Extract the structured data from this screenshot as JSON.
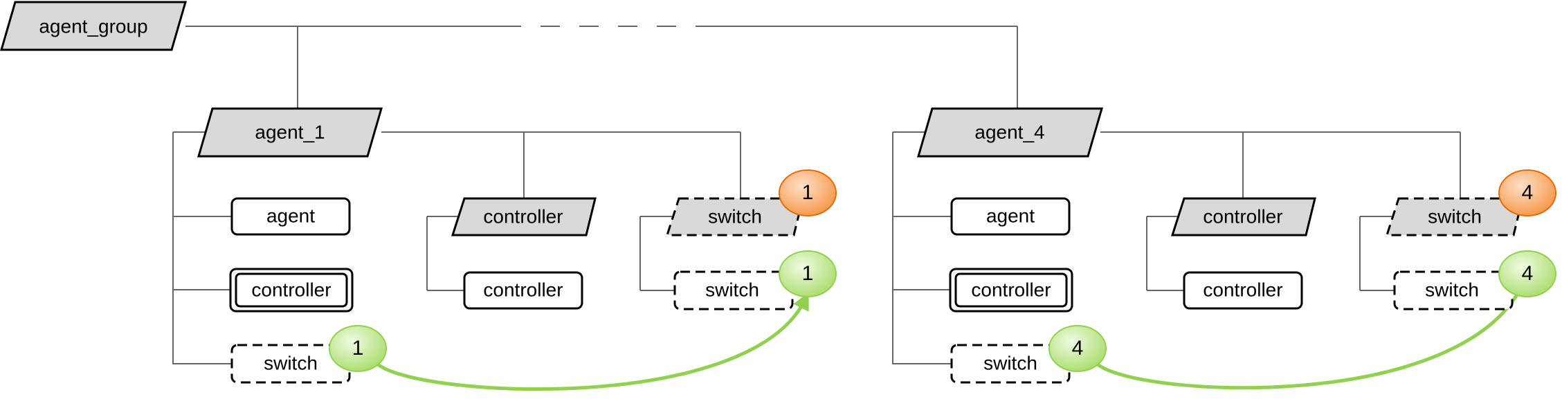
{
  "root": {
    "label": "agent_group"
  },
  "agents": [
    {
      "label": "agent_1",
      "children": [
        "agent",
        "controller",
        "switch"
      ],
      "controller_group": {
        "label": "controller",
        "child": "controller"
      },
      "switch_group": {
        "label": "switch",
        "child": "switch",
        "badge": "1",
        "child_badge": "1"
      },
      "switch_badge": "1"
    },
    {
      "label": "agent_4",
      "children": [
        "agent",
        "controller",
        "switch"
      ],
      "controller_group": {
        "label": "controller",
        "child": "controller"
      },
      "switch_group": {
        "label": "switch",
        "child": "switch",
        "badge": "4",
        "child_badge": "4"
      },
      "switch_badge": "4"
    }
  ],
  "colors": {
    "group_fill": "#d9d9d9",
    "badge_orange": "#f9a86a",
    "badge_green": "#c5ea9a",
    "arrow_green": "#92d050",
    "line": "#666666"
  }
}
